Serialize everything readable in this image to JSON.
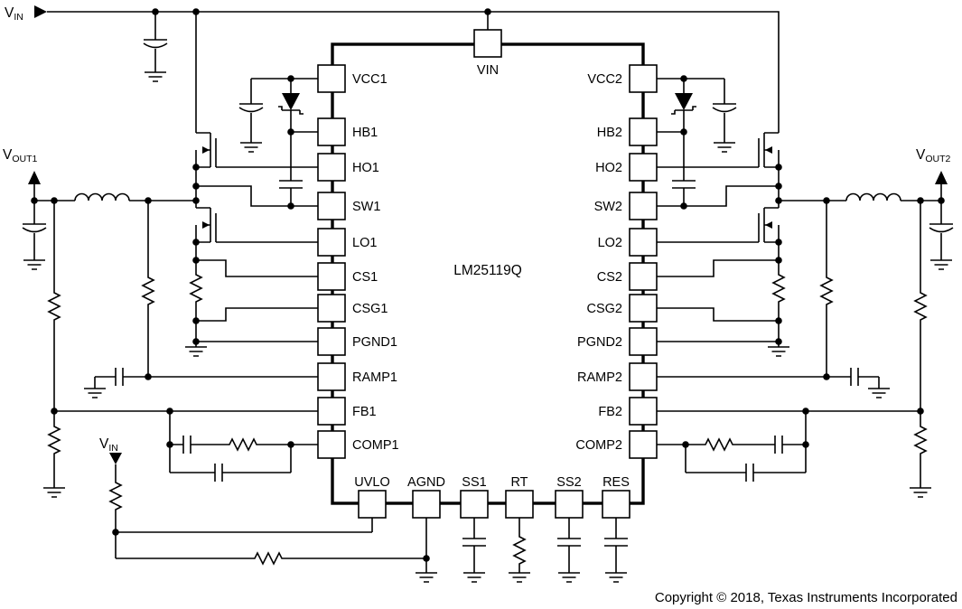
{
  "device": {
    "part_number": "LM25119Q"
  },
  "pins": {
    "top": [
      "VIN"
    ],
    "left": [
      "VCC1",
      "HB1",
      "HO1",
      "SW1",
      "LO1",
      "CS1",
      "CSG1",
      "PGND1",
      "RAMP1",
      "FB1",
      "COMP1"
    ],
    "right": [
      "VCC2",
      "HB2",
      "HO2",
      "SW2",
      "LO2",
      "CS2",
      "CSG2",
      "PGND2",
      "RAMP2",
      "FB2",
      "COMP2"
    ],
    "bottom": [
      "UVLO",
      "AGND",
      "SS1",
      "RT",
      "SS2",
      "RES"
    ]
  },
  "labels": {
    "vin_top": {
      "main": "V",
      "sub": "IN"
    },
    "vout1": {
      "main": "V",
      "sub": "OUT1"
    },
    "vout2": {
      "main": "V",
      "sub": "OUT2"
    },
    "vin_uvlo": {
      "main": "V",
      "sub": "IN"
    }
  },
  "footer": {
    "copyright": "Copyright © 2018, Texas Instruments Incorporated"
  },
  "colors": {
    "ink": "#000000",
    "background": "#ffffff"
  }
}
